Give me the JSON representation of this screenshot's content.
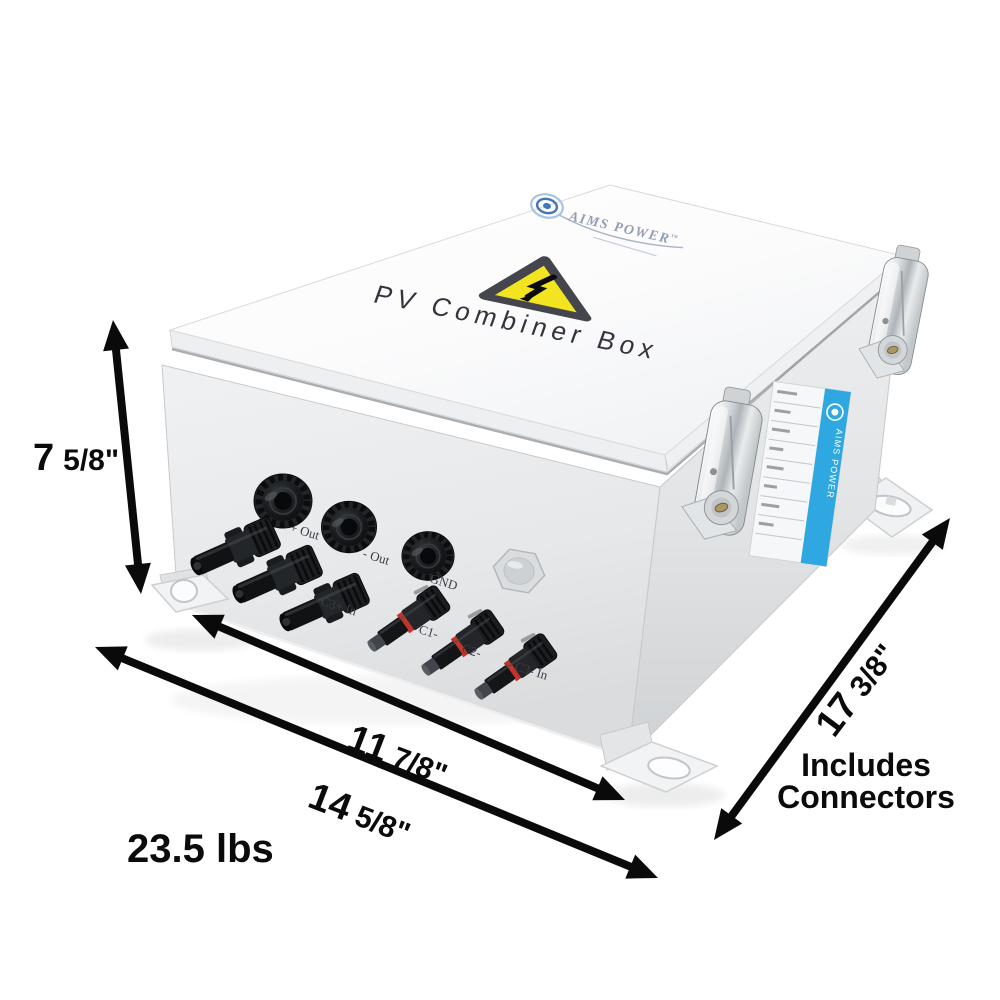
{
  "image": {
    "type": "product-dimension-diagram",
    "background": "#ffffff"
  },
  "product": {
    "title": "PV Combiner Box",
    "brand": "AIMS POWER",
    "trademark": "™"
  },
  "panel_labels": {
    "out_plus": "+ Out",
    "out_minus": "- Out",
    "ground": "GND",
    "in_c3_plus": "C3+ In",
    "in_c1_minus": "C1-",
    "in_c2_minus": "C2-",
    "in_c3_minus": "C3- In"
  },
  "dimensions": {
    "height_whole": "7",
    "height_fraction": "5/8\"",
    "width_inner_whole": "11",
    "width_inner_fraction": "7/8\"",
    "width_outer_whole": "14",
    "width_outer_fraction": "5/8\"",
    "depth_whole": "17",
    "depth_fraction": "3/8\"",
    "weight": "23.5 lbs",
    "note_line1": "Includes",
    "note_line2": "Connectors"
  },
  "colors": {
    "label_accent_blue": "#2fa8e1",
    "warning_yellow": "#f2e51f",
    "annotation_black": "#0a0a0a",
    "enclosure_gray": "#e8eaec"
  }
}
